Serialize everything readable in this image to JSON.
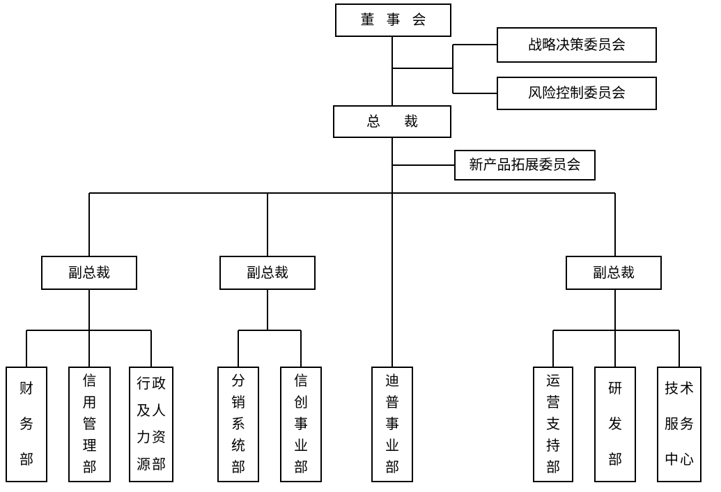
{
  "diagram": {
    "type": "org-chart",
    "nodes": {
      "board": "董事会",
      "strategic_committee": "战略决策委员会",
      "risk_committee": "风险控制委员会",
      "president": "总裁",
      "new_product_committee": "新产品拓展委员会",
      "vp_left": "副总裁",
      "vp_middle": "副总裁",
      "vp_right": "副总裁",
      "finance_dept": "财务部",
      "credit_management_dept": "信用管理部",
      "admin_hr_dept": "行政及人力资源部",
      "distribution_system_dept": "分销系统部",
      "xinchuang_business_dept": "信创事业部",
      "dipu_business_dept": "迪普事业部",
      "operations_support_dept": "运营支持部",
      "rd_dept": "研发部",
      "tech_service_center": "技术服务中心"
    },
    "colors": {
      "line": "#000000",
      "border": "#000000",
      "box_background": "#ffffff",
      "text": "#000000",
      "page_background": "#ffffff"
    }
  }
}
